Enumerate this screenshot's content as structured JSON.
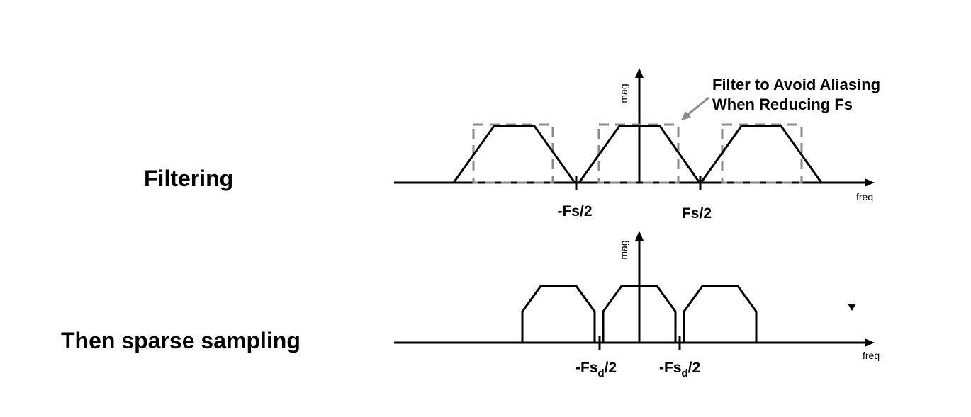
{
  "labels": {
    "filtering": "Filtering",
    "sparse_sampling": "Then sparse sampling"
  },
  "top_plot": {
    "y_axis_label": "mag",
    "x_axis_label": "freq",
    "tick_left": "-Fs/2",
    "tick_right": "Fs/2",
    "annotation_line1": "Filter to Avoid Aliasing",
    "annotation_line2": "When Reducing Fs"
  },
  "bottom_plot": {
    "y_axis_label": "mag",
    "x_axis_label": "freq",
    "tick_left_prefix": "-Fs",
    "tick_left_sub": "d",
    "tick_left_suffix": "/2",
    "tick_right_prefix": "-Fs",
    "tick_right_sub": "d",
    "tick_right_suffix": "/2"
  },
  "colors": {
    "line": "#000000",
    "filter_dash": "#8a8a8a"
  }
}
